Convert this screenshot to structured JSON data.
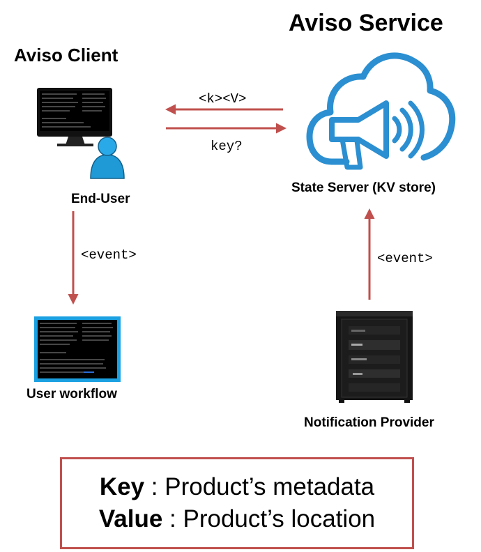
{
  "service": {
    "title": "Aviso Service",
    "state_server_label": "State Server (KV store)"
  },
  "client": {
    "title": "Aviso Client",
    "end_user_label": "End-User",
    "workflow_label": "User workflow"
  },
  "provider": {
    "label": "Notification Provider"
  },
  "arrows": {
    "kv_label": "<k><V>",
    "key_label": "key?",
    "event_client_label": "<event>",
    "event_provider_label": "<event>"
  },
  "legend": {
    "key_term": "Key",
    "key_sep": " : ",
    "key_desc": "Product’s metadata",
    "value_term": "Value",
    "value_sep": " : ",
    "value_desc": "Product’s location"
  },
  "colors": {
    "arrow": "#c0504d",
    "icon_blue": "#2b8fd1",
    "workflow_border": "#1ba1e2",
    "box_border": "#c0504d"
  },
  "icons": [
    "cloud-megaphone-icon",
    "computer-monitor-icon",
    "user-icon",
    "workflow-monitor-icon",
    "server-rack-icon"
  ]
}
